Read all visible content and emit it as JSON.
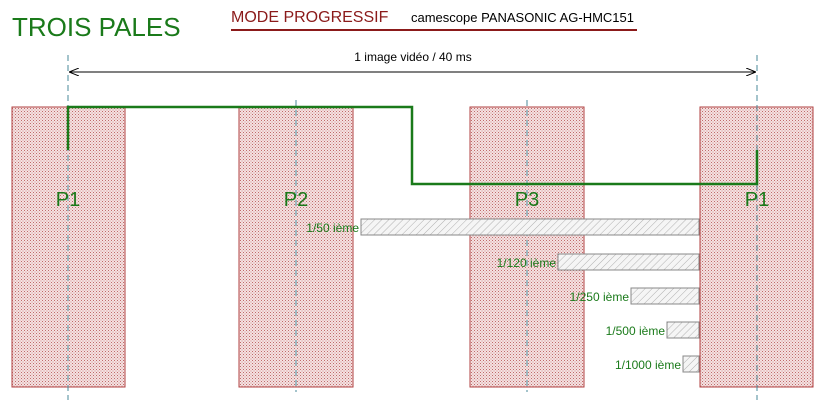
{
  "header": {
    "title": "TROIS PALES",
    "mode": "MODE PROGRESSIF",
    "camera": "camescope PANASONIC AG-HMC151"
  },
  "timeline": {
    "label": "1 image vidéo / 40 ms"
  },
  "blades": [
    {
      "label": "P1"
    },
    {
      "label": "P2"
    },
    {
      "label": "P3"
    },
    {
      "label": "P1"
    }
  ],
  "shutters": [
    {
      "label": "1/50 ième"
    },
    {
      "label": "1/120 ième"
    },
    {
      "label": "1/250 ième"
    },
    {
      "label": "1/500 ième"
    },
    {
      "label": "1/1000 ième"
    }
  ],
  "colors": {
    "green": "#1a7a1a",
    "dark_red": "#8b1a1a",
    "blade_fill": "#f2dada",
    "blade_border": "#b04040",
    "dash": "#4a8a9a",
    "bar_border": "#888888"
  }
}
